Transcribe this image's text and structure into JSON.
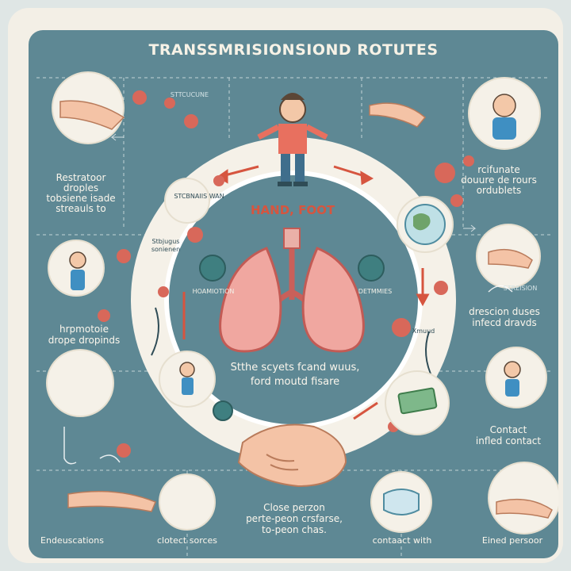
{
  "title": "TRANSSMRISIONSIOND ROTUTES",
  "center": {
    "heading": "HAND, FOOT",
    "caption_line1": "Stthe scyets fcand wuus,",
    "caption_line2": "ford moutd fisare",
    "left_tag": "HOAMIOTION",
    "right_tag": "DETMMIES"
  },
  "ring_labels": {
    "top_left_small": "STCBNAIIS WAN",
    "left_small_line1": "Stbjugus",
    "left_small_line2": "sonienen",
    "right_small": "Xmuud"
  },
  "routes": {
    "top_left_line1": "Restratoor",
    "top_left_line2": "droples",
    "top_left_line3": "tobsiene isade",
    "top_left_line4": "streauls to",
    "top_left_tag": "STTCUCUNE",
    "top_right_line1": "rcifunate",
    "top_right_line2": "douure de rours",
    "top_right_line3": "ordublets",
    "mid_left_line1": "hrpmotoie",
    "mid_left_line2": "drope dropinds",
    "mid_right_tag": "STREISION",
    "mid_right_line1": "drescion duses",
    "mid_right_line2": "infecd dravds",
    "low_right_line1": "Contact",
    "low_right_line2": "infled contact",
    "bottom_left": "Endeuscations",
    "bottom_left_mid": "clotect sorces",
    "bottom_center_line1": "Close perzon",
    "bottom_center_line2": "perte-peon crsfarse,",
    "bottom_center_line3": "to-peon chas.",
    "bottom_right_mid": "contaact with",
    "bottom_right": "Eined persoor"
  }
}
